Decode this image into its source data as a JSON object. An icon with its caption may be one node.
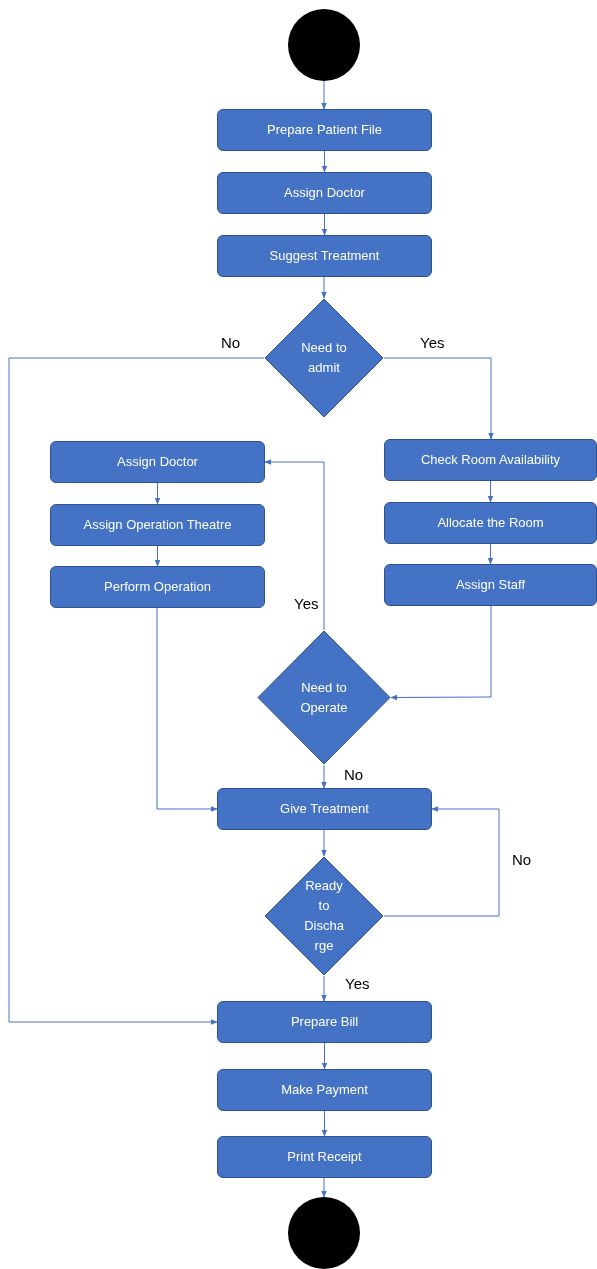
{
  "diagram": {
    "nodes": [
      {
        "text": [],
        "shape": "circle"
      },
      {
        "text": [
          "Prepare Patient File"
        ]
      },
      {
        "text": [
          "Assign Doctor"
        ]
      },
      {
        "text": [
          "Suggest Treatment"
        ]
      },
      {
        "text": [
          "Need to admit"
        ]
      },
      {
        "text": [
          "Assign Doctor"
        ]
      },
      {
        "text": [
          "Assign Operation Theatre"
        ]
      },
      {
        "text": [
          "Perform Operation"
        ]
      },
      {
        "text": [
          "Check Room Availability"
        ]
      },
      {
        "text": [
          "Allocate the Room"
        ]
      },
      {
        "text": [
          "Assign Staff"
        ]
      },
      {
        "text": [
          "Need to Operate"
        ]
      },
      {
        "text": [
          "Give Treatment"
        ]
      },
      {
        "text": [
          "Ready to Discharge"
        ]
      },
      {
        "text": [
          "Prepare Bill"
        ]
      },
      {
        "text": [
          "Make Payment"
        ]
      },
      {
        "text": [
          "Print Receipt"
        ]
      },
      {
        "text": [],
        "shape": "circle"
      }
    ],
    "edges": [
      {
        "from": 0,
        "to": 1,
        "arrow": "to"
      },
      {
        "from": 1,
        "to": 2,
        "arrow": "to"
      },
      {
        "from": 2,
        "to": 3,
        "arrow": "to"
      },
      {
        "from": 3,
        "to": 4,
        "arrow": "to"
      },
      {
        "from": 4,
        "to": 8,
        "arrow": "to",
        "label": "Yes"
      },
      {
        "from": 4,
        "to": 14,
        "arrow": "to",
        "label": "No"
      },
      {
        "from": 5,
        "to": 6,
        "arrow": "to"
      },
      {
        "from": 6,
        "to": 7,
        "arrow": "to"
      },
      {
        "from": 7,
        "to": 12,
        "arrow": "to"
      },
      {
        "from": 8,
        "to": 9,
        "arrow": "to"
      },
      {
        "from": 9,
        "to": 10,
        "arrow": "to"
      },
      {
        "from": 10,
        "to": 11,
        "arrow": "to"
      },
      {
        "from": 11,
        "to": 5,
        "arrow": "to",
        "label": "Yes"
      },
      {
        "from": 11,
        "to": 12,
        "arrow": "to",
        "label": "No"
      },
      {
        "from": 12,
        "to": 13,
        "arrow": "to"
      },
      {
        "from": 13,
        "to": 12,
        "arrow": "to",
        "label": "No"
      },
      {
        "from": 13,
        "to": 14,
        "arrow": "to",
        "label": "Yes"
      },
      {
        "from": 14,
        "to": 15,
        "arrow": "to"
      },
      {
        "from": 15,
        "to": 16,
        "arrow": "to"
      },
      {
        "from": 16,
        "to": 17,
        "arrow": "to"
      }
    ]
  }
}
